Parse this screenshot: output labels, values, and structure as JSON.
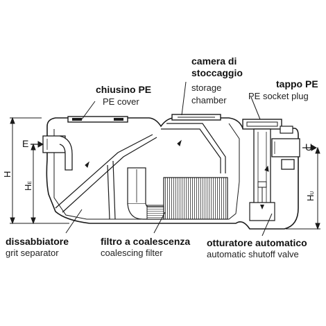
{
  "labels": {
    "cover": {
      "title": "chiusino PE",
      "subtitle": "PE cover"
    },
    "storage": {
      "title_line1": "camera di",
      "title_line2": "stoccaggio",
      "subtitle_line1": "storage",
      "subtitle_line2": "chamber"
    },
    "plug": {
      "title": "tappo PE",
      "subtitle": "PE socket plug"
    },
    "grit": {
      "title": "dissabbiatore",
      "subtitle": "grit separator"
    },
    "filter": {
      "title": "filtro a coalescenza",
      "subtitle": "coalescing filter"
    },
    "shutoff": {
      "title": "otturatore automatico",
      "subtitle": "automatic shutoff valve"
    }
  },
  "dimensions": {
    "H": "H",
    "HE_main": "H",
    "HE_sub": "E",
    "HU_main": "H",
    "HU_sub": "U"
  },
  "ports": {
    "inlet": "E",
    "outlet": "U"
  },
  "colors": {
    "line": "#1a1a1a",
    "fill": "#ffffff",
    "hatch": "#555555"
  }
}
